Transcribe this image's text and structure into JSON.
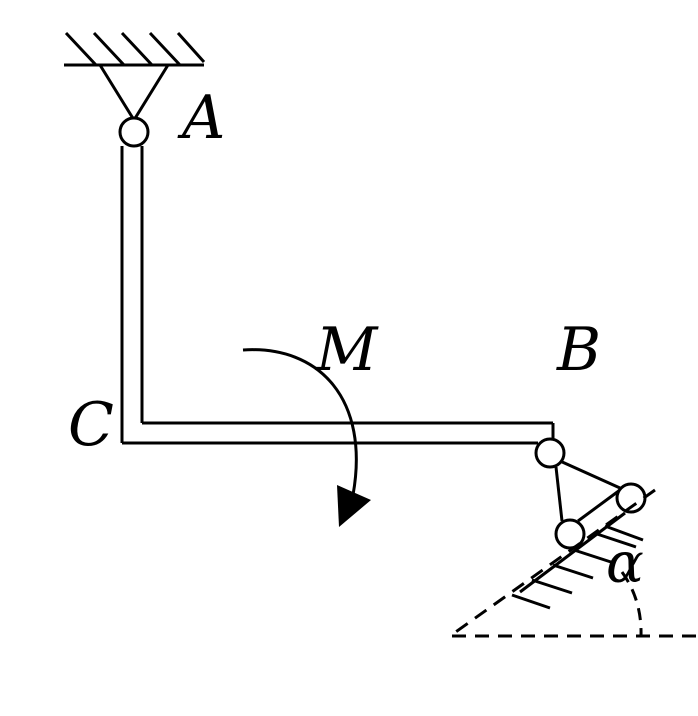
{
  "labels": {
    "A": "A",
    "B": "B",
    "C": "C",
    "M": "M",
    "alpha": "α"
  },
  "colors": {
    "stroke": "#000000",
    "background": "#ffffff"
  }
}
